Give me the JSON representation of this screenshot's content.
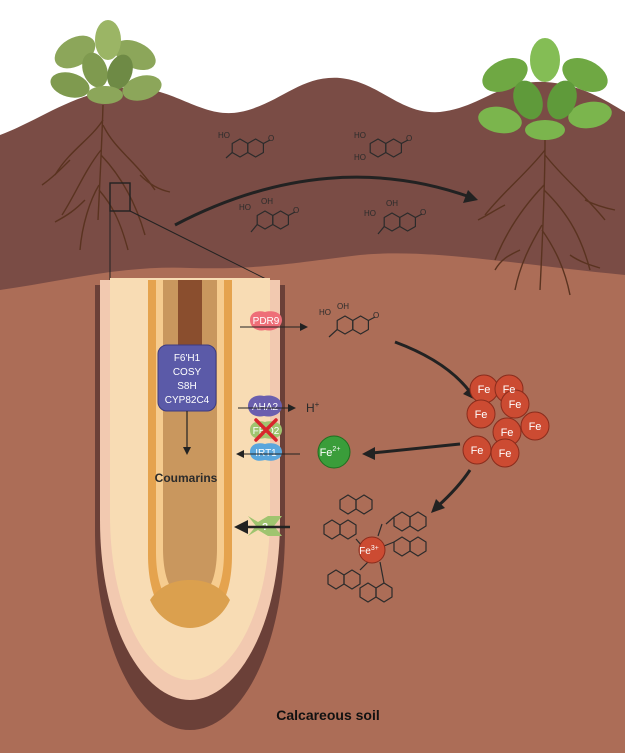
{
  "enzymes": [
    "F6'H1",
    "COSY",
    "S8H",
    "CYP82C4"
  ],
  "coumarins_label": "Coumarins",
  "transporters": {
    "pdr9": "PDR9",
    "aha2": "AHA2",
    "fro2": "FRO2",
    "irt1": "IRT1",
    "unknown": "?"
  },
  "proton": "H",
  "proton_sup": "+",
  "fe2": "Fe",
  "fe2_sup": "2+",
  "fe3": "Fe",
  "fe3_sup": "3+",
  "fe_cluster_label": "Fe",
  "chem_atoms": {
    "oh": "HO",
    "ho": "OH",
    "o": "O"
  },
  "soil_label": "Calcareous soil",
  "colors": {
    "soil_dark": "#7a4c45",
    "soil_light": "#ac6d57",
    "root_cortex": "#f8dcb4",
    "stele": "#e5a34e",
    "enzyme_box": "#5b5aa8",
    "pdr9": "#ee6e78",
    "aha2": "#6b5fae",
    "fro2": "#9fc46f",
    "irt1": "#5aa6dc",
    "fe_red": "#cc4b32",
    "fe2_green": "#3a9d3a"
  }
}
